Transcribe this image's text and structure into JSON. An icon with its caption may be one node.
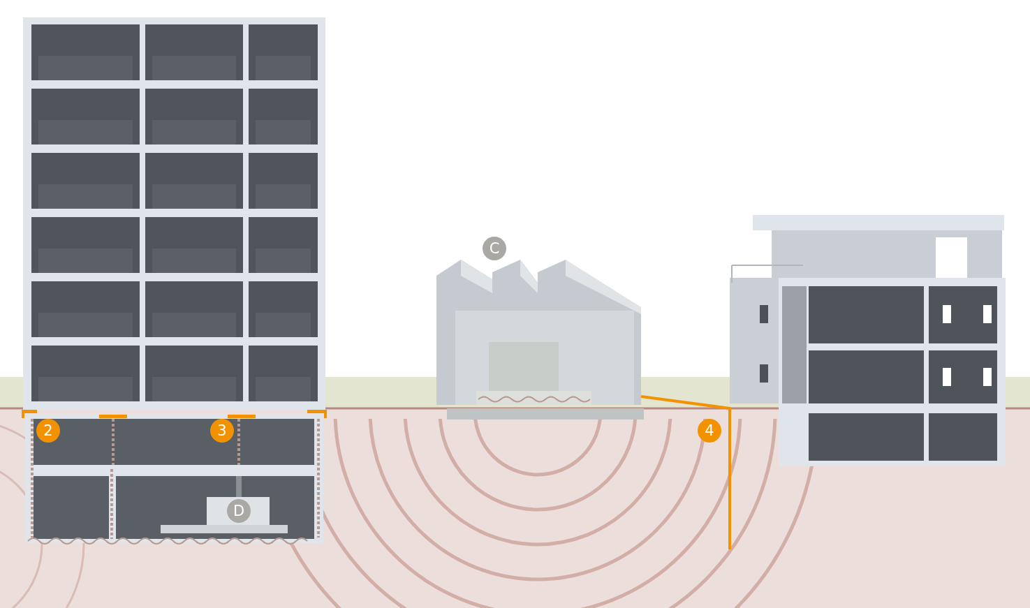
{
  "diagram": {
    "labels": [
      "C",
      "2",
      "3",
      "4",
      "D"
    ]
  }
}
